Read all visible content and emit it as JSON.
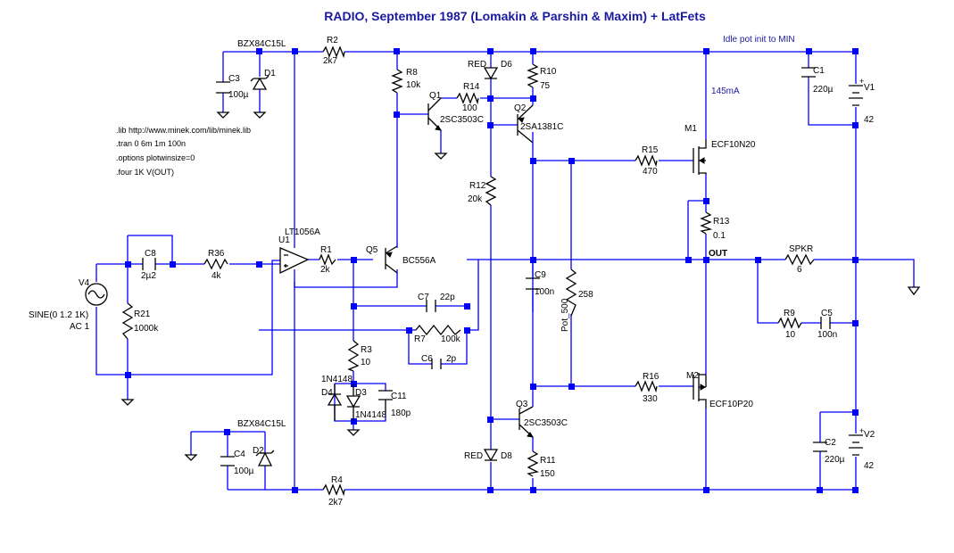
{
  "title": "RADIO, September 1987 (Lomakin & Parshin & Maxim) + LatFets",
  "notes": {
    "idle": "Idle pot init to MIN",
    "current": "145mA"
  },
  "directives": [
    ".lib http://www.minek.com/lib/minek.lib",
    ".tran 0 6m 1m 100n",
    ".options plotwinsize=0",
    ".four 1K V(OUT)"
  ],
  "nets": {
    "out": "OUT"
  },
  "components": {
    "R2": {
      "name": "R2",
      "value": "2k7"
    },
    "R4": {
      "name": "R4",
      "value": "2k7"
    },
    "R8": {
      "name": "R8",
      "value": "10k"
    },
    "R14": {
      "name": "R14",
      "value": "100"
    },
    "R10": {
      "name": "R10",
      "value": "75"
    },
    "R12": {
      "name": "R12",
      "value": "20k"
    },
    "R15": {
      "name": "R15",
      "value": "470"
    },
    "R13": {
      "name": "R13",
      "value": "0.1"
    },
    "R16": {
      "name": "R16",
      "value": "330"
    },
    "R11": {
      "name": "R11",
      "value": "150"
    },
    "R36": {
      "name": "R36",
      "value": "4k"
    },
    "R21": {
      "name": "R21",
      "value": "1000k"
    },
    "R1": {
      "name": "R1",
      "value": "2k"
    },
    "R7": {
      "name": "R7",
      "value": "100k"
    },
    "R3": {
      "name": "R3",
      "value": "10"
    },
    "R9": {
      "name": "R9",
      "value": "10"
    },
    "C1": {
      "name": "C1",
      "value": "220µ"
    },
    "C2": {
      "name": "C2",
      "value": "220µ"
    },
    "C3": {
      "name": "C3",
      "value": "100µ"
    },
    "C4": {
      "name": "C4",
      "value": "100µ"
    },
    "C5": {
      "name": "C5",
      "value": "100n"
    },
    "C6": {
      "name": "C6",
      "value": "2p"
    },
    "C7": {
      "name": "C7",
      "value": "22p"
    },
    "C8": {
      "name": "C8",
      "value": "2µ2"
    },
    "C9": {
      "name": "C9",
      "value": "100n"
    },
    "C11": {
      "name": "C11",
      "value": "180p"
    },
    "D1": {
      "name": "D1",
      "value": "BZX84C15L"
    },
    "D2": {
      "name": "D2",
      "value": "BZX84C15L"
    },
    "D3": {
      "name": "D3",
      "value": "1N4148"
    },
    "D4": {
      "name": "D4",
      "value": "1N4148"
    },
    "D6": {
      "name": "D6",
      "value": "RED"
    },
    "D8": {
      "name": "D8",
      "value": "RED"
    },
    "Q1": {
      "name": "Q1",
      "value": "2SC3503C"
    },
    "Q2": {
      "name": "Q2",
      "value": "2SA1381C"
    },
    "Q3": {
      "name": "Q3",
      "value": "2SC3503C"
    },
    "Q5": {
      "name": "Q5",
      "value": "BC556A"
    },
    "M1": {
      "name": "M1",
      "value": "ECF10N20"
    },
    "M2": {
      "name": "M2",
      "value": "ECF10P20"
    },
    "U1": {
      "name": "U1",
      "value": "LT1056A"
    },
    "V1": {
      "name": "V1",
      "value": "42"
    },
    "V2": {
      "name": "V2",
      "value": "42"
    },
    "V4": {
      "name": "V4",
      "value": "SINE(0 1.2 1K)",
      "value2": "AC 1"
    },
    "SPKR": {
      "name": "SPKR",
      "value": "6"
    },
    "POT": {
      "name": "258",
      "value": "Pot_500"
    }
  }
}
